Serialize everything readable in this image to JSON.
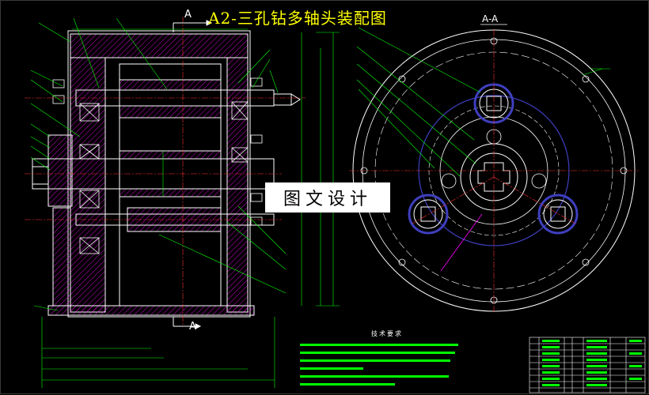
{
  "drawing": {
    "title": "A2-三孔钻多轴头装配图",
    "section_left_top": "A",
    "section_left_bottom": "A",
    "section_view": "A-A"
  },
  "watermark": "图文设计",
  "colors": {
    "background": "#000000",
    "outline": "#ffffff",
    "hatch": "#ff00ff",
    "dimension": "#00ff00",
    "centerline": "#ff3333",
    "title": "#ffff00",
    "bolt_ring": "#3f3fbf"
  },
  "tech_notes": {
    "title": "技术要求"
  }
}
